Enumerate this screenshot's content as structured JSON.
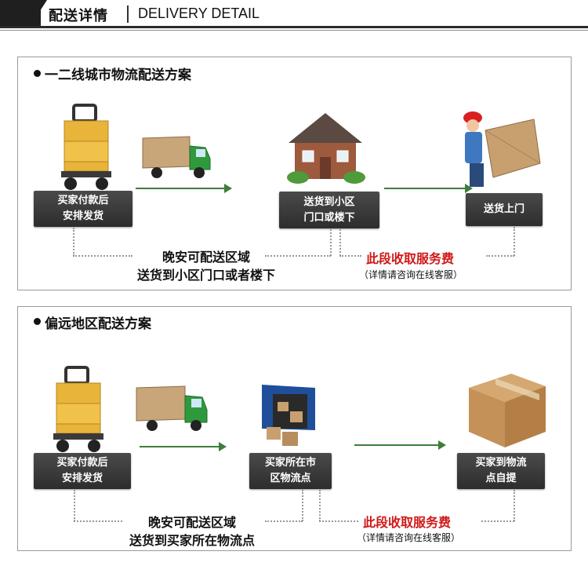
{
  "header": {
    "title_cn": "配送详情",
    "title_en": "DELIVERY DETAIL"
  },
  "section1": {
    "title": "一二线城市物流配送方案",
    "step1": [
      "买家付款后",
      "安排发货"
    ],
    "step2": [
      "送货到小区",
      "门口或楼下"
    ],
    "step3": [
      "送货上门"
    ],
    "note": [
      "晚安可配送区域",
      "送货到小区门口或者楼下"
    ],
    "fee": "此段收取服务费",
    "fee_note": "（详情请咨询在线客服）"
  },
  "section2": {
    "title": "偏远地区配送方案",
    "step1": [
      "买家付款后",
      "安排发货"
    ],
    "step2": [
      "买家所在市",
      "区物流点"
    ],
    "step3": [
      "买家到物流",
      "点自提"
    ],
    "note": [
      "晚安可配送区域",
      "送货到买家所在物流点"
    ],
    "fee": "此段收取服务费",
    "fee_note": "（详情请咨询在线客服）"
  },
  "colors": {
    "arrow": "#3e7d3b",
    "fee": "#d01818",
    "box": "#333333"
  }
}
